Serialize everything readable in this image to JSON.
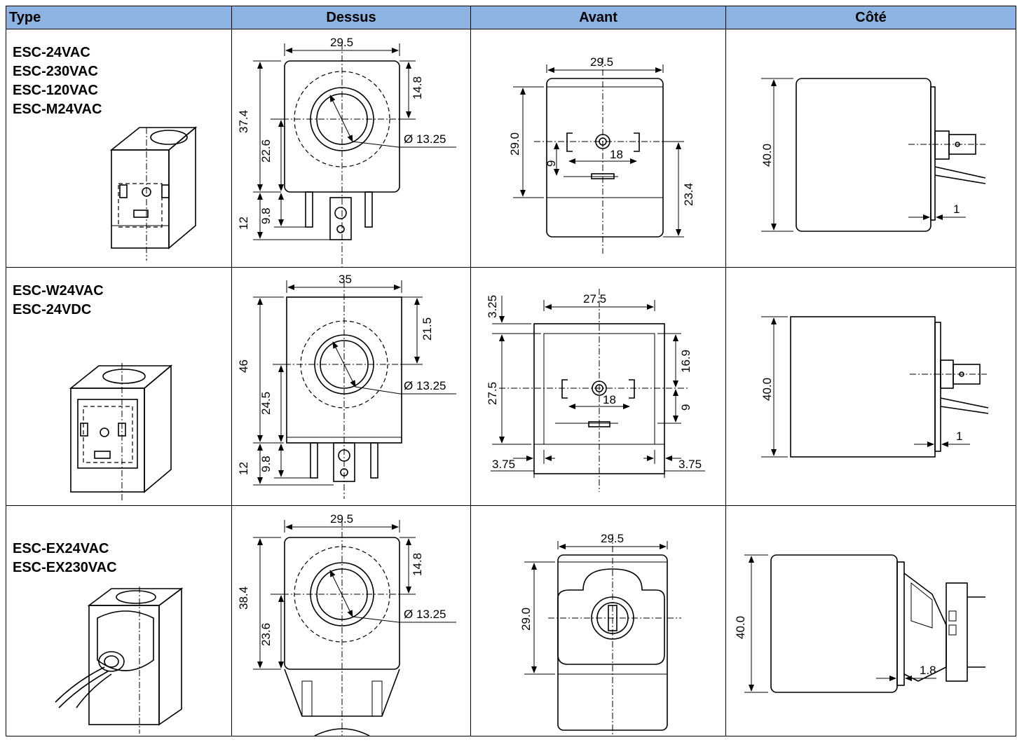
{
  "headers": {
    "type": "Type",
    "top": "Dessus",
    "front": "Avant",
    "side": "Côté"
  },
  "rows": [
    {
      "models": [
        "ESC-24VAC",
        "ESC-230VAC",
        "ESC-120VAC",
        "ESC-M24VAC"
      ],
      "top": {
        "width": "29.5",
        "height": "37.4",
        "upper": "14.8",
        "lower": "22.6",
        "diameter": "Ø 13.25",
        "pin_outer": "12",
        "pin_inner": "9.8"
      },
      "front": {
        "width": "29.5",
        "height": "29.0",
        "pins": "18",
        "pin_offset": "9",
        "base": "23.4"
      },
      "side": {
        "height": "40.0",
        "gap": "1"
      }
    },
    {
      "models": [
        "ESC-W24VAC",
        "ESC-24VDC"
      ],
      "top": {
        "width": "35",
        "height": "46",
        "upper": "21.5",
        "lower": "24.5",
        "diameter": "Ø 13.25",
        "pin_outer": "12",
        "pin_inner": "9.8"
      },
      "front": {
        "width": "27.5",
        "top_gap": "3.25",
        "height": "27.5",
        "upper": "16.9",
        "pin_offset": "9",
        "pins": "18",
        "margin_left": "3.75",
        "margin_right": "3.75"
      },
      "side": {
        "height": "40.0",
        "gap": "1"
      }
    },
    {
      "models": [
        "ESC-EX24VAC",
        "ESC-EX230VAC"
      ],
      "top": {
        "width": "29.5",
        "height": "38.4",
        "upper": "14.8",
        "lower": "23.6",
        "diameter": "Ø 13.25"
      },
      "front": {
        "width": "29.5",
        "height": "29.0"
      },
      "side": {
        "height": "40.0",
        "gap": "1.8"
      }
    }
  ]
}
